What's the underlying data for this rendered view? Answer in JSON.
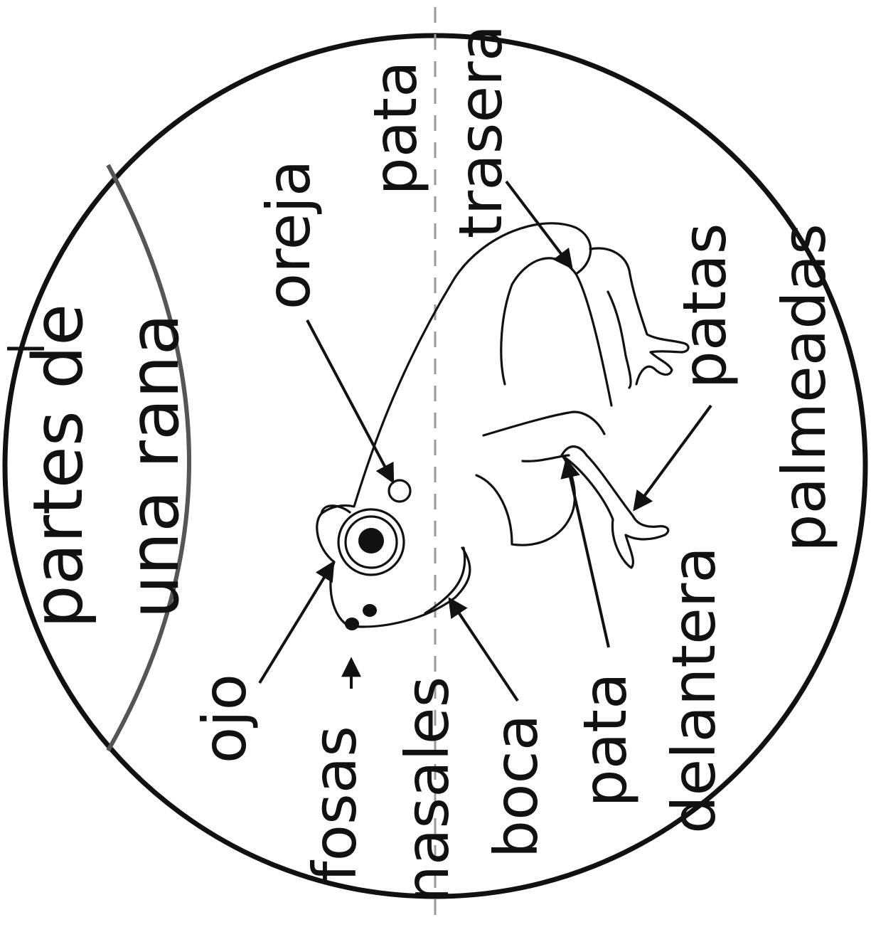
{
  "title": {
    "line1": "partes de",
    "line2": "una rana"
  },
  "labels": {
    "ojo": "ojo",
    "fosas": "fosas",
    "nasales": "nasales",
    "boca": "boca",
    "pata_delantera_1": "pata",
    "pata_delantera_2": "delantera",
    "oreja": "oreja",
    "pata_trasera_1": "pata",
    "pata_trasera_2": "trasera",
    "patas_palmeadas_1": "patas",
    "patas_palmeadas_2": "palmeadas"
  },
  "colors": {
    "ink": "#111111",
    "divider": "#555555",
    "dashed_guide": "#9a9a9a",
    "background": "#ffffff"
  }
}
